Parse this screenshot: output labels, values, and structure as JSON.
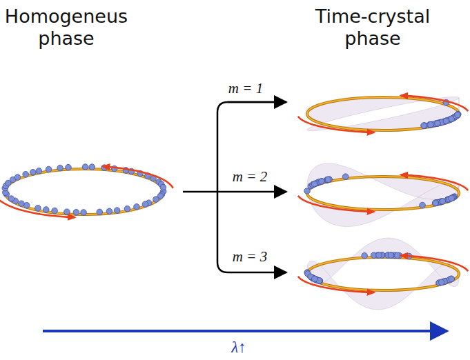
{
  "diagram": {
    "labels": [
      "Homogeneus phase",
      "Time-crystal phase",
      "m = 1",
      "m = 2",
      "m = 3",
      "λ↑"
    ]
  }
}
